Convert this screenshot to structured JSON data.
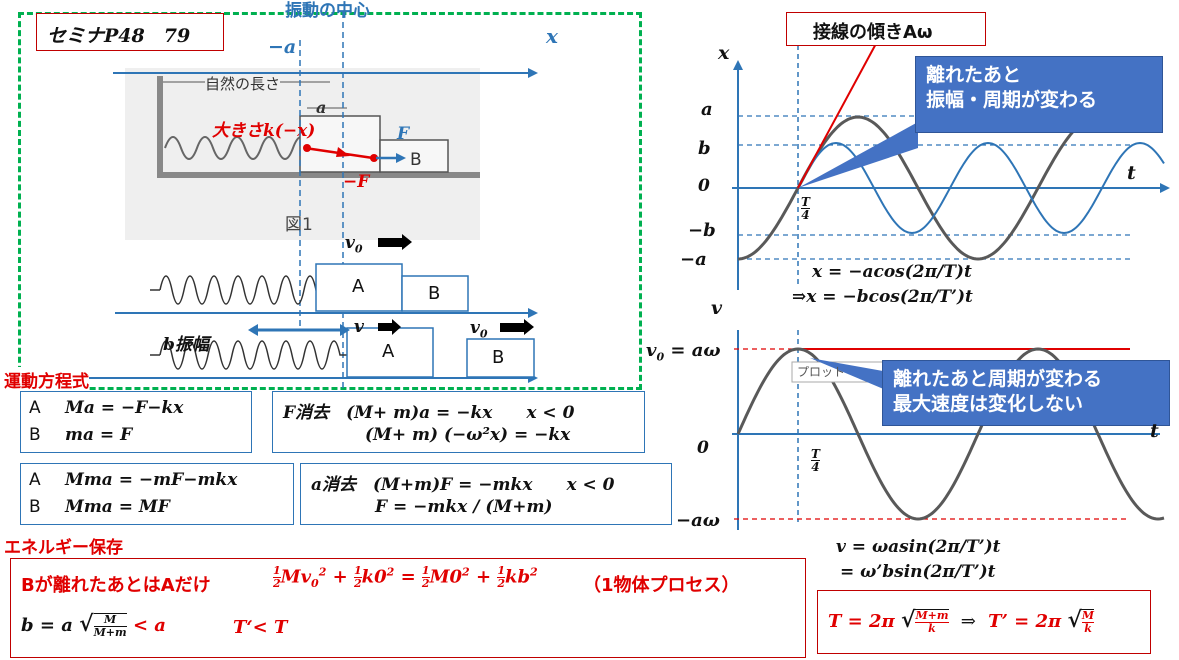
{
  "title": "セミナP48　79",
  "photo": {
    "center_label": "振動の中心",
    "neg_a": "−a",
    "axis_x": "x",
    "natural_length": "自然の長さ",
    "a": "a",
    "magnitude": "大きさk(−x)",
    "F": "F",
    "negF": "−F",
    "block_B": "B",
    "fig_caption": "図1"
  },
  "motion": {
    "v0": "v",
    "v0_sub": "0",
    "v": "v",
    "blockA": "A",
    "blockB": "B",
    "b_amp": "b振幅"
  },
  "section_eom": "運動方程式",
  "eq1": {
    "A_label": "A",
    "B_label": "B",
    "A_eq": "Ma = −F−kx",
    "B_eq": "ma = F"
  },
  "eq2": {
    "line1": "F消去　(M+ m)a = −kx　　x < 0",
    "line2": "(M+ m) (−ω²x) = −kx"
  },
  "eq3": {
    "A_label": "A",
    "B_label": "B",
    "A_eq": "Mma = −mF−mkx",
    "B_eq": "Mma = MF"
  },
  "eq4": {
    "line1": "a消去　(M+m)F = −mkx　　x < 0",
    "line2": "F = −mkx / (M+m)"
  },
  "section_energy": "エネルギー保存",
  "energy": {
    "line1_prefix": "Bが離れたあとはAだけ",
    "line1_suffix": "（1物体プロセス）",
    "b_eq": "b = a",
    "lt_a": "< a",
    "tprime": "T‘< T",
    "sqrt_num": "M",
    "sqrt_den": "M+m",
    "half": "1",
    "two": "2"
  },
  "tangent_label": "接線の傾きAω",
  "callout1": {
    "line1": "離れたあと",
    "line2": "振幅・周期が変わる"
  },
  "callout2": {
    "line1": "離れたあと周期が変わる",
    "line2": "最大速度は変化しない"
  },
  "graph_x": {
    "axis_y": "x",
    "axis_t": "t",
    "a": "a",
    "b": "b",
    "zero": "0",
    "neg_b": "−b",
    "neg_a": "−a",
    "T": "T",
    "four": "4",
    "eq1": "x = −acos(2π/T)t",
    "eq2": "⇒x = −bcos(2π/T’)t"
  },
  "graph_v": {
    "axis_y": "v",
    "axis_t": "t",
    "v0": "v",
    "v0_sub": "0",
    "eq_aw": "= aω",
    "zero": "0",
    "neg_aw": "−aω",
    "T": "T",
    "four": "4",
    "tooltip": "プロット"
  },
  "v_eqs": {
    "eq1": "v = ωasin(2π/T’)t",
    "eq2": "= ω’bsin(2π/T’)t"
  },
  "period": {
    "T_lhs": "T = 2π",
    "arrow": "⇒",
    "Tp_lhs": "T’ = 2π",
    "num1": "M+m",
    "den1": "k",
    "num2": "M",
    "den2": "k"
  },
  "chart_data": [
    {
      "type": "line",
      "name": "x-t graph",
      "series": [
        {
          "name": "",
          "function": "x = −a cos(2πt/T)",
          "color": "#595959"
        },
        {
          "name": "",
          "function": "x = −b cos(2πt/T’) after t = T/4",
          "color": "#2e75b6"
        }
      ],
      "y_ticks": [
        "a",
        "b",
        "0",
        "−b",
        "−a"
      ],
      "x_marks": [
        "T/4"
      ]
    },
    {
      "type": "line",
      "name": "v-t graph",
      "series": [
        {
          "name": "",
          "function": "v = aω sin(2πt/T)",
          "color": "#595959"
        },
        {
          "name": "",
          "function": "v = aω after separation (max speed unchanged)",
          "color": "#e00000"
        }
      ],
      "y_ticks": [
        "v0 = aω",
        "0",
        "−aω"
      ],
      "x_marks": [
        "T/4"
      ]
    }
  ],
  "colors": {
    "accent_blue": "#2e75b6",
    "callout": "#4472c4",
    "red": "#e00000",
    "green": "#00b050",
    "gray_curve": "#595959"
  }
}
